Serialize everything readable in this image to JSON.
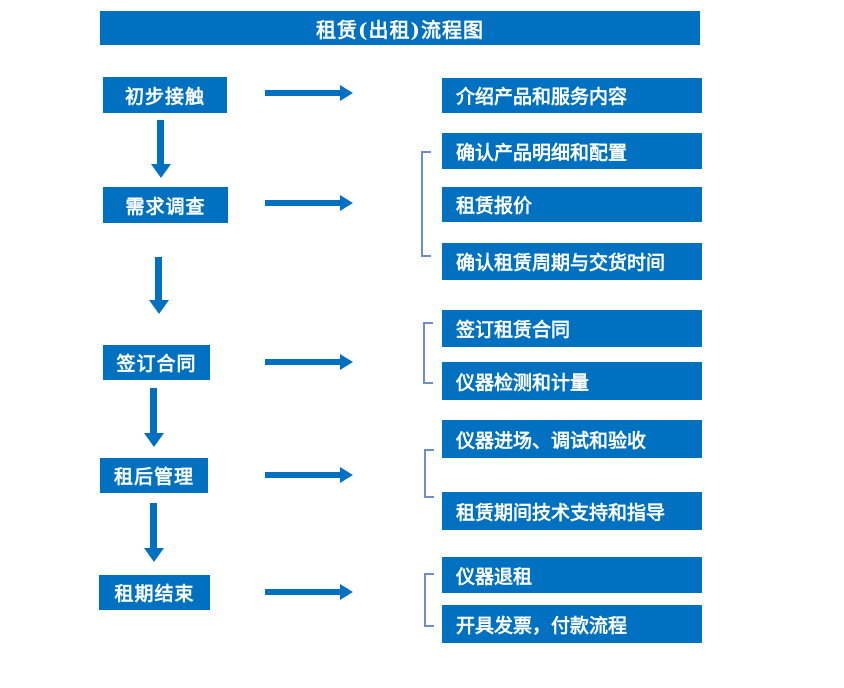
{
  "title": "租赁(出租)流程图",
  "colors": {
    "primary": "#0071c0",
    "bracket": "#6b8fc9",
    "text_on_primary": "#ffffff",
    "background": "#ffffff"
  },
  "flow": {
    "steps": [
      {
        "label": "初步接触",
        "details": [
          "介绍产品和服务内容"
        ]
      },
      {
        "label": "需求调查",
        "details": [
          "确认产品明细和配置",
          "租赁报价",
          "确认租赁周期与交货时间"
        ]
      },
      {
        "label": "签订合同",
        "details": [
          "签订租赁合同",
          "仪器检测和计量"
        ]
      },
      {
        "label": "租后管理",
        "details": [
          "仪器进场、调试和验收",
          "租赁期间技术支持和指导"
        ]
      },
      {
        "label": "租期结束",
        "details": [
          "仪器退租",
          "开具发票，付款流程"
        ]
      }
    ]
  }
}
